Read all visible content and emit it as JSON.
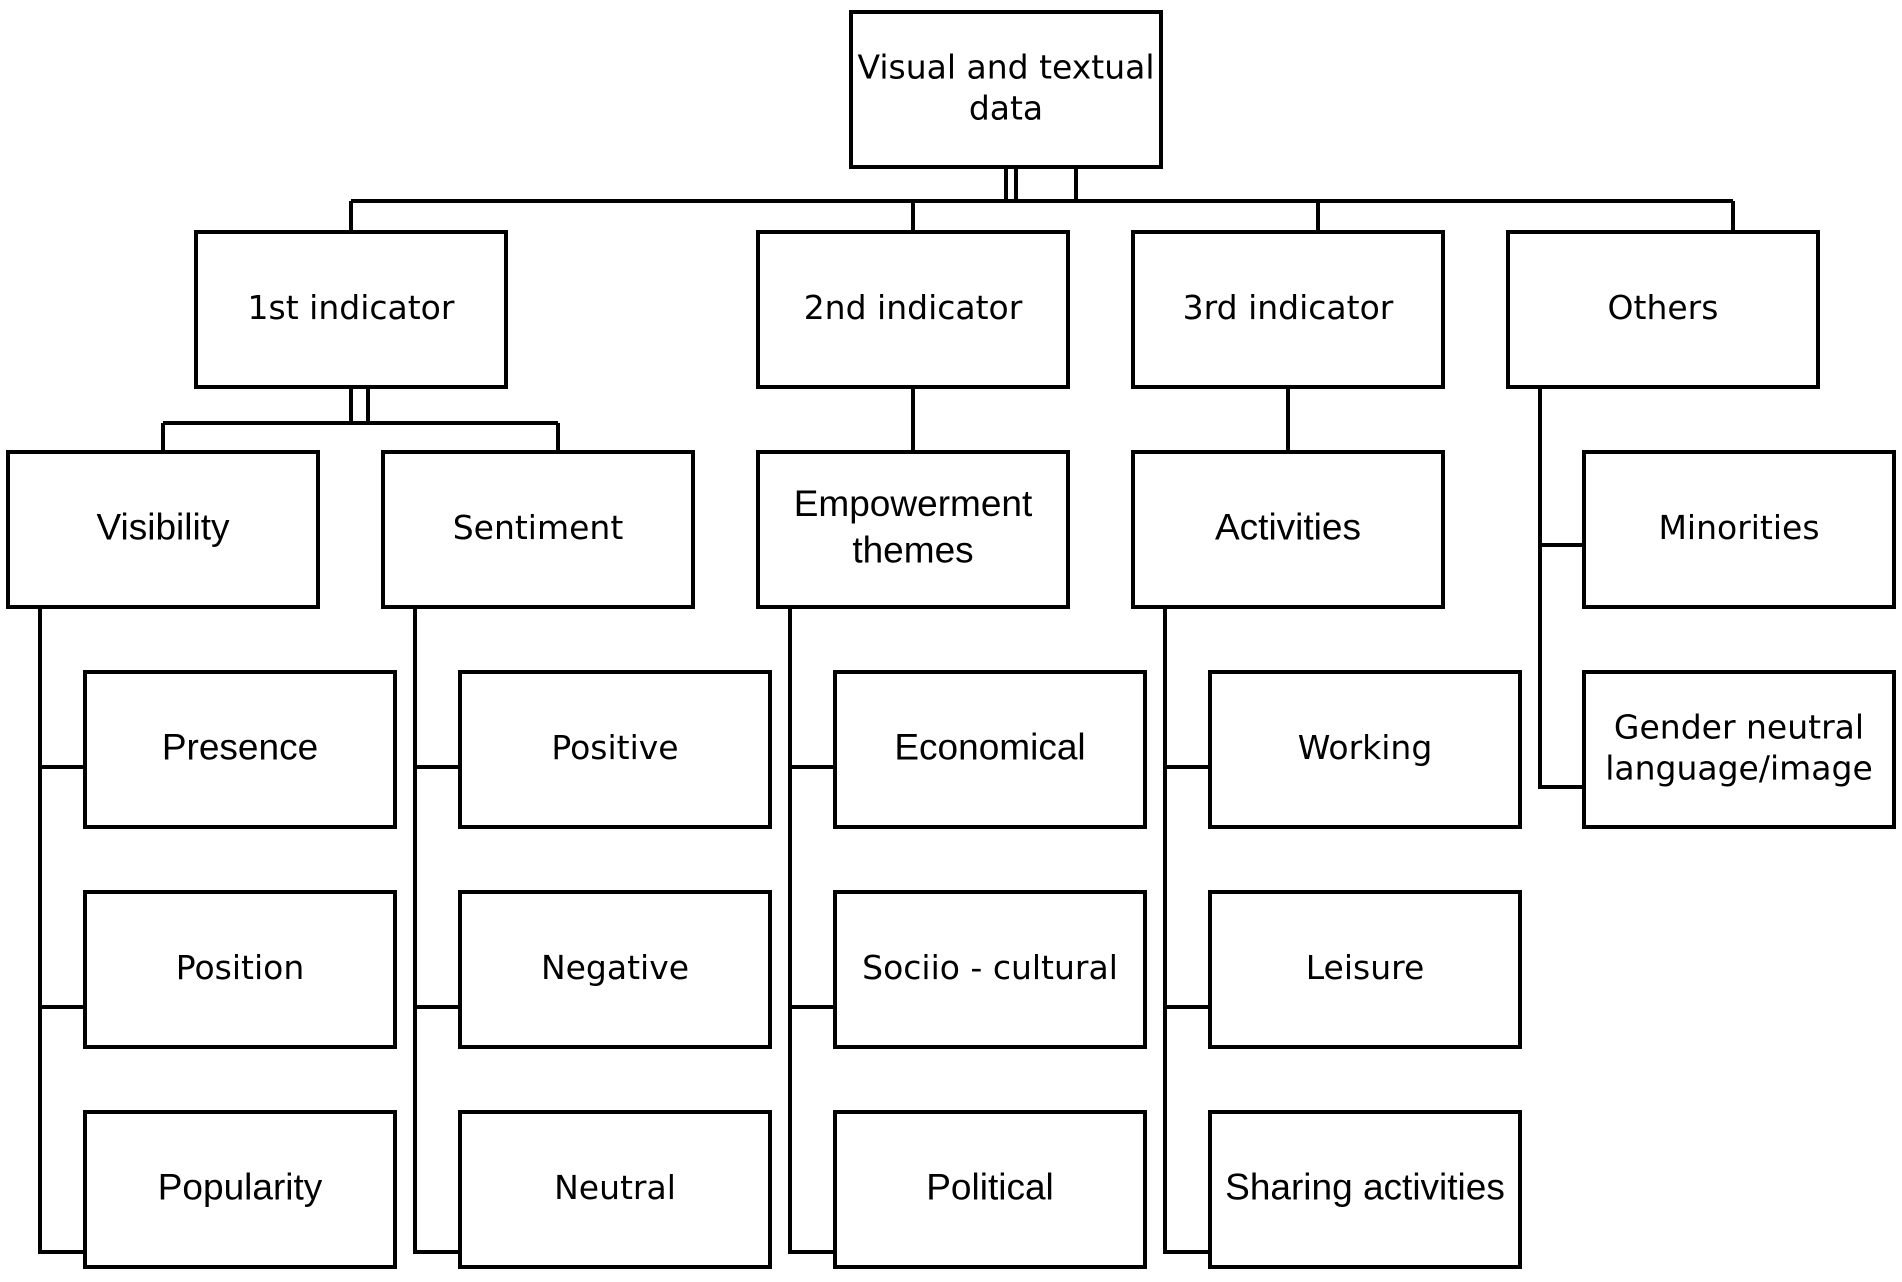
{
  "root": {
    "lines": [
      "Visual and textual",
      "data"
    ]
  },
  "indicators": {
    "first": {
      "lines": [
        "1st indicator"
      ]
    },
    "second": {
      "lines": [
        "2nd indicator"
      ]
    },
    "third": {
      "lines": [
        "3rd indicator"
      ]
    },
    "others": {
      "lines": [
        "Others"
      ]
    }
  },
  "categories": {
    "visibility": {
      "lines": [
        "Visibility"
      ]
    },
    "sentiment": {
      "lines": [
        "Sentiment"
      ]
    },
    "empowerment": {
      "lines": [
        "Empowerment",
        "themes"
      ]
    },
    "activities": {
      "lines": [
        "Activities"
      ]
    },
    "minorities": {
      "lines": [
        "Minorities"
      ]
    },
    "gender": {
      "lines": [
        "Gender neutral",
        "language/image"
      ]
    }
  },
  "leaves": {
    "visibility": [
      {
        "lines": [
          "Presence"
        ]
      },
      {
        "lines": [
          "Position"
        ]
      },
      {
        "lines": [
          "Popularity"
        ]
      }
    ],
    "sentiment": [
      {
        "lines": [
          "Positive"
        ]
      },
      {
        "lines": [
          "Negative"
        ]
      },
      {
        "lines": [
          "Neutral"
        ]
      }
    ],
    "empowerment": [
      {
        "lines": [
          "Economical"
        ]
      },
      {
        "lines": [
          "Sociio - cultural"
        ]
      },
      {
        "lines": [
          "Political"
        ]
      }
    ],
    "activities": [
      {
        "lines": [
          "Working"
        ]
      },
      {
        "lines": [
          "Leisure"
        ]
      },
      {
        "lines": [
          "Sharing activities"
        ]
      }
    ]
  }
}
